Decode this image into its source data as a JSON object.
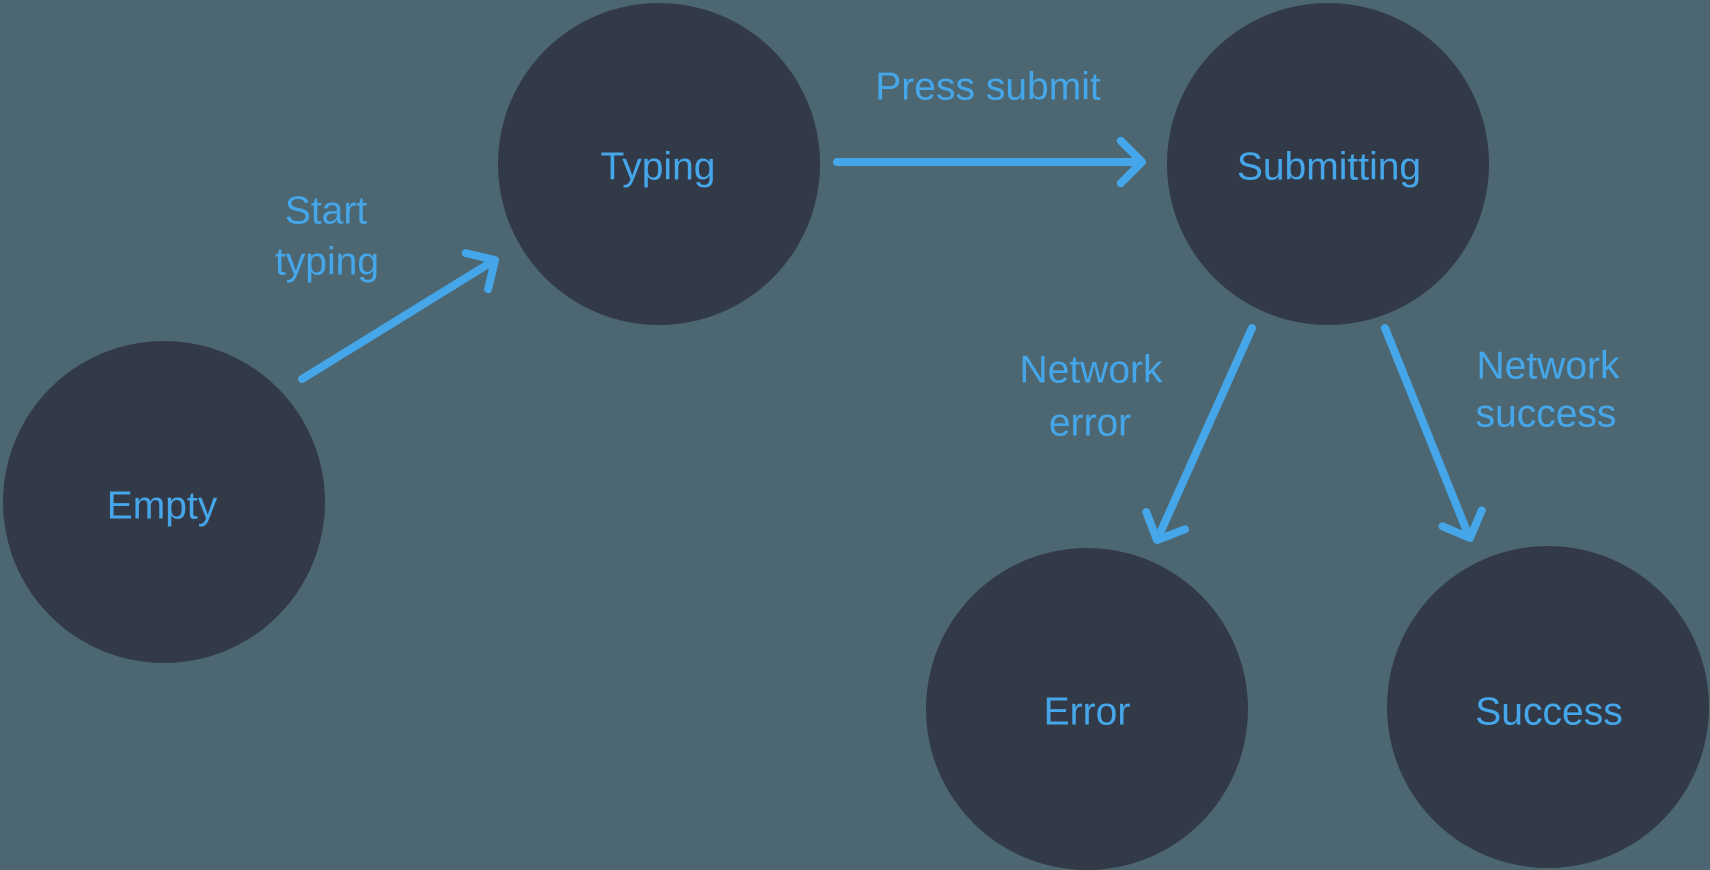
{
  "diagram": {
    "type": "state-machine",
    "states": [
      {
        "id": "empty",
        "label": "Empty"
      },
      {
        "id": "typing",
        "label": "Typing"
      },
      {
        "id": "submitting",
        "label": "Submitting"
      },
      {
        "id": "error",
        "label": "Error"
      },
      {
        "id": "success",
        "label": "Success"
      }
    ],
    "transitions": [
      {
        "id": "start-typing",
        "from": "empty",
        "to": "typing",
        "label": "Start typing",
        "label_lines": [
          "Start",
          "typing"
        ]
      },
      {
        "id": "press-submit",
        "from": "typing",
        "to": "submitting",
        "label": "Press submit",
        "label_lines": [
          "Press submit"
        ]
      },
      {
        "id": "network-error",
        "from": "submitting",
        "to": "error",
        "label": "Network error",
        "label_lines": [
          "Network",
          "error"
        ]
      },
      {
        "id": "network-success",
        "from": "submitting",
        "to": "success",
        "label": "Network success",
        "label_lines": [
          "Network",
          "success"
        ]
      }
    ]
  },
  "colors": {
    "background": "#4C6771",
    "state_fill": "#333A47",
    "accent": "#45A6E9"
  }
}
